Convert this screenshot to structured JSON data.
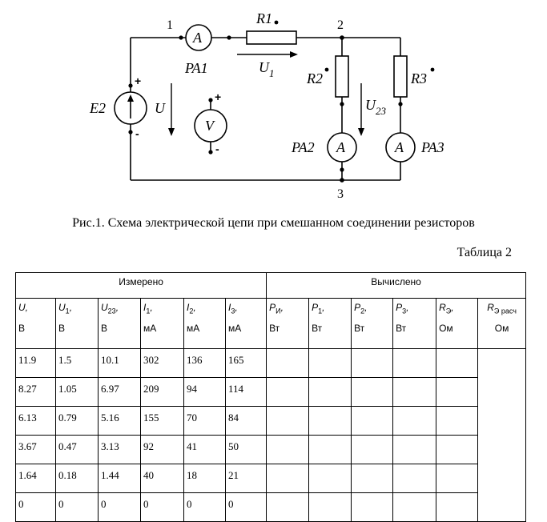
{
  "circuit": {
    "labels": {
      "node1": "1",
      "node2": "2",
      "node3": "3",
      "r1": "R1",
      "r2": "R2",
      "r3": "R3",
      "e2": "E2",
      "u": "U",
      "u1": "U",
      "u1_sub": "1",
      "u23": "U",
      "u23_sub": "23",
      "pa1": "PA1",
      "pa2": "PA2",
      "pa3": "PA3",
      "ammeter": "A",
      "voltmeter": "V",
      "plus": "+",
      "minus": "-"
    }
  },
  "caption": "Рис.1. Схема электрической цепи при смешанном соединении резисторов",
  "table_label": "Таблица 2",
  "table": {
    "group_measured": "Измерено",
    "group_calculated": "Вычислено",
    "columns": [
      {
        "sym": "U,",
        "sub": "",
        "unit": "В"
      },
      {
        "sym": "U",
        "sub": "1",
        "tail": ",",
        "unit": "В"
      },
      {
        "sym": "U",
        "sub": "23",
        "tail": ",",
        "unit": "В"
      },
      {
        "sym": "I",
        "sub": "1",
        "tail": ",",
        "unit": "мА"
      },
      {
        "sym": "I",
        "sub": "2",
        "tail": ",",
        "unit": "мА"
      },
      {
        "sym": "I",
        "sub": "3",
        "tail": ",",
        "unit": "мА"
      },
      {
        "sym": "P",
        "sub": "И",
        "tail": ",",
        "unit": "Вт"
      },
      {
        "sym": "P",
        "sub": "1",
        "tail": ",",
        "unit": "Вт"
      },
      {
        "sym": "P",
        "sub": "2",
        "tail": ",",
        "unit": "Вт"
      },
      {
        "sym": "P",
        "sub": "3",
        "tail": ",",
        "unit": "Вт"
      },
      {
        "sym": "R",
        "sub": "Э",
        "tail": ",",
        "unit": "Ом"
      },
      {
        "sym": "R",
        "sub": "Э расч",
        "tail": "",
        "unit": "Ом"
      }
    ],
    "rows": [
      [
        "11.9",
        "1.5",
        "10.1",
        "302",
        "136",
        "165"
      ],
      [
        "8.27",
        "1.05",
        "6.97",
        "209",
        "94",
        "114"
      ],
      [
        "6.13",
        "0.79",
        "5.16",
        "155",
        "70",
        "84"
      ],
      [
        "3.67",
        "0.47",
        "3.13",
        "92",
        "41",
        "50"
      ],
      [
        "1.64",
        "0.18",
        "1.44",
        "40",
        "18",
        "21"
      ],
      [
        "0",
        "0",
        "0",
        "0",
        "0",
        "0"
      ]
    ]
  }
}
